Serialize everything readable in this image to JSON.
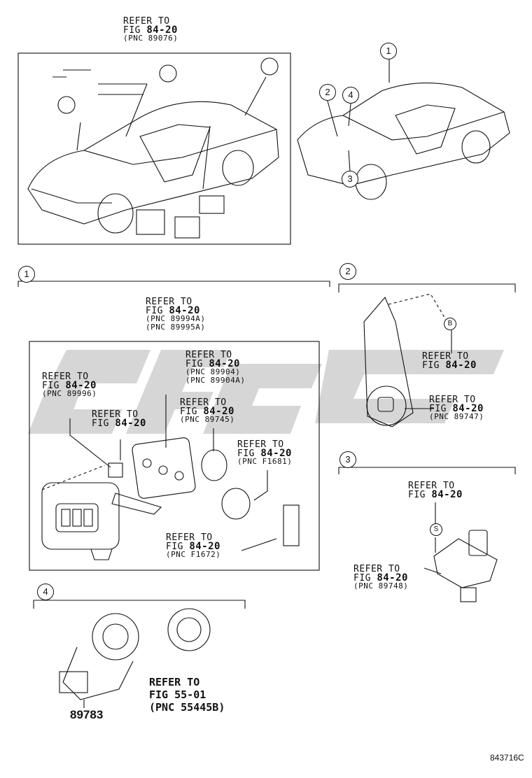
{
  "refer_text": "REFER TO",
  "fig_text": "FIG",
  "fig_number": "84-20",
  "callouts": [
    {
      "id": "top-left",
      "pnc": [
        "(PNC 89076)"
      ]
    },
    {
      "id": "sec1-main",
      "pnc": [
        "(PNC 89994A)",
        "(PNC 89995A)"
      ]
    },
    {
      "id": "sec1-upper",
      "pnc": [
        "(PNC 89904)",
        "(PNC 89904A)"
      ]
    },
    {
      "id": "sec1-left",
      "pnc": [
        "(PNC 89996)"
      ]
    },
    {
      "id": "sec1-b",
      "pnc": []
    },
    {
      "id": "sec1-lens",
      "pnc": [
        "(PNC 89745)"
      ]
    },
    {
      "id": "sec1-ring",
      "pnc": [
        "(PNC F1681)"
      ]
    },
    {
      "id": "sec1-bottom",
      "pnc": [
        "(PNC F1672)"
      ]
    },
    {
      "id": "sec2-bolt",
      "pnc": []
    },
    {
      "id": "sec2-sensor",
      "pnc": [
        "(PNC 89747)"
      ]
    },
    {
      "id": "sec3-screw",
      "pnc": []
    },
    {
      "id": "sec3-sensor",
      "pnc": [
        "(PNC 89748)"
      ]
    }
  ],
  "section_markers": [
    "1",
    "2",
    "3",
    "4"
  ],
  "fastener_letters": {
    "b": "B",
    "s": "S"
  },
  "part_number": "89783",
  "sec4_ref": {
    "line1": "REFER TO",
    "line2": "FIG 55-01",
    "line3": "(PNC 55445B)"
  },
  "figure_id": "843716C",
  "watermark_color": "#c9c9c9"
}
